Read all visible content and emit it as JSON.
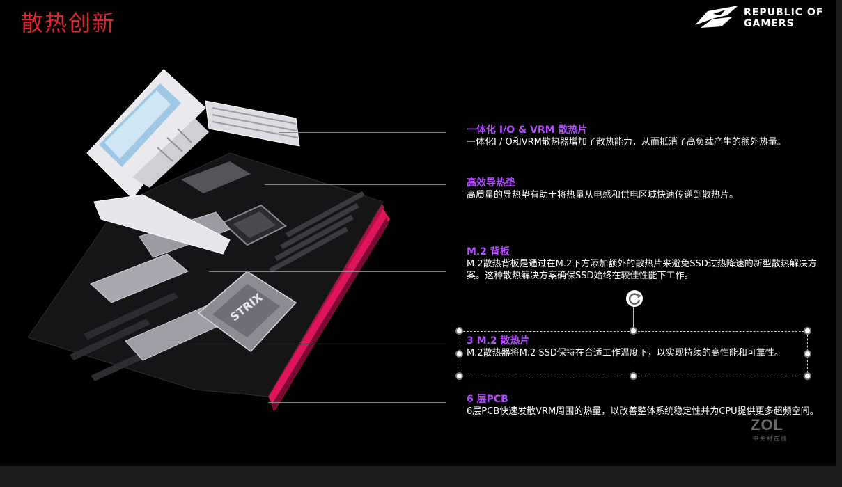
{
  "slide": {
    "title": "散热创新",
    "brand": {
      "line1": "REPUBLIC OF",
      "line2": "GAMERS"
    },
    "watermark": {
      "main": "ZOL",
      "sub": "中关村在线"
    }
  },
  "features": [
    {
      "title": "一体化 I/O & VRM 散热片",
      "desc": "一体化I / O和VRM散热器增加了散热能力，从而抵消了高负载产生的额外热量。"
    },
    {
      "title": "高效导热垫",
      "desc": "高质量的导热垫有助于将热量从电感和供电区域快速传递到散热片。"
    },
    {
      "title": "M.2 背板",
      "desc": "M.2散热背板是通过在M.2下方添加额外的散热片来避免SSD过热降速的新型散热解决方案。这种散热解决方案确保SSD始终在较佳性能下工作。"
    },
    {
      "title": "3 M.2 散热片",
      "desc": "M.2散热器将M.2 SSD保持在合适工作温度下，以实现持续的高性能和可靠性。"
    },
    {
      "title": "6 层PCB",
      "desc": "6层PCB快速发散VRM周围的热量，以改善整体系统稳定性并为CPU提供更多超频空间。"
    }
  ],
  "colors": {
    "title_red": "#d9262c",
    "feature_purple": "#b34bff",
    "pcb_edge_pink": "#e0145a"
  },
  "selection": {
    "active_feature": "3 M.2 散热片"
  }
}
